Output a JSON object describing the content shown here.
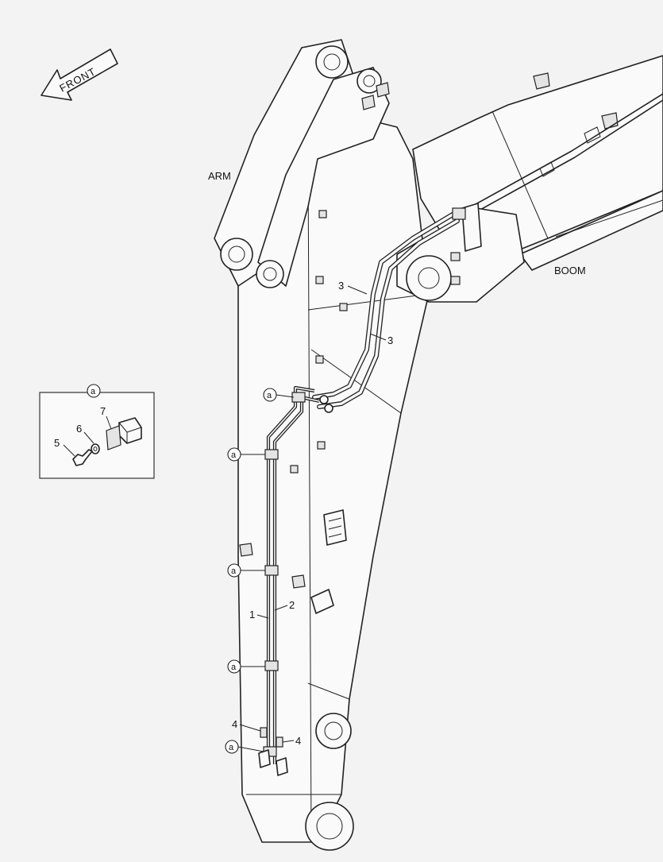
{
  "diagram": {
    "front_arrow": {
      "label": "FRONT"
    },
    "labels": {
      "arm": "ARM",
      "boom": "BOOM"
    },
    "part_numbers": {
      "p1": "1",
      "p2": "2",
      "p3a": "3",
      "p3b": "3",
      "p4a": "4",
      "p4b": "4"
    },
    "clamp_marker": "a",
    "detail": {
      "marker": "a",
      "parts": {
        "p5": "5",
        "p6": "6",
        "p7": "7"
      }
    }
  }
}
